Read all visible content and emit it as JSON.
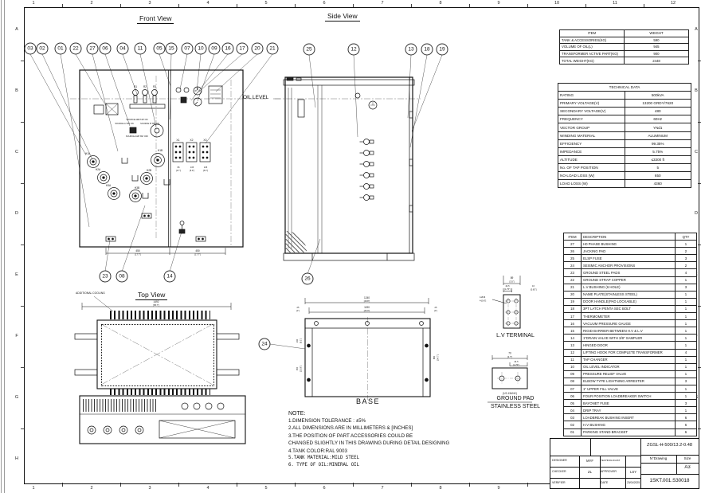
{
  "frame": {
    "letters": [
      "A",
      "B",
      "C",
      "D",
      "E",
      "F",
      "G",
      "H"
    ],
    "numbers": [
      "1",
      "2",
      "3",
      "4",
      "5",
      "6",
      "7",
      "8",
      "9",
      "10",
      "11",
      "12"
    ]
  },
  "views": {
    "front": {
      "title": "Front View"
    },
    "side": {
      "title": "Side View",
      "oil_level": "OIL LEVEL"
    },
    "top": {
      "title": "Top View",
      "annotation": "ADDITIONAL COOLING",
      "dim_mm": "1492",
      "dim_in": "[58.7\"]"
    },
    "base": {
      "title": "BASE",
      "dim_top_mm": "1240",
      "dim_top_in": "[48.8\"]",
      "dim_top2_mm": "1190",
      "dim_top2_in": "[46.9\"]",
      "dim_side_left_mm": "25",
      "dim_side_left_in": "[1\"]",
      "dim_side_right_mm": "25",
      "dim_side_right_in": "[1\"]",
      "dim_left1_mm": "230",
      "dim_left1_in": "[9.1\"]",
      "dim_left2_mm": "350",
      "dim_left2_in": "[13.8\"]",
      "dim_right_mm": "880",
      "dim_right_in": "[34.7\"]"
    },
    "lv_terminal": {
      "title": "L.V TERMINAL",
      "dim_width_mm": "89",
      "dim_width_in": "[3.5\"]",
      "dim_half_mm": "44.5",
      "dim_half_in": "[1.75\"]",
      "dim_hole": "4-Ø16",
      "dim_hole_in": "4-[0.6\"]",
      "dim_right_mm": "16",
      "dim_right_in": "[0.63\"]"
    },
    "ground_pad": {
      "title": "GROUND PAD",
      "subtitle": "STAINLESS STEEL",
      "dim_top_mm": "70",
      "dim_top_in": "[2.7\"]",
      "dim_mid_mm": "44.5",
      "dim_mid_in": "[1.75\"]",
      "thread": "(1/2-13UNC)"
    }
  },
  "front_labels": {
    "fuses": [
      "R1",
      "R2",
      "R3"
    ],
    "bushings_a": [
      "H1A",
      "H2A",
      "H3A"
    ],
    "bushings_b": [
      "H1B",
      "H2B",
      "H3B"
    ],
    "terminals": [
      "X1",
      "X2",
      "X3"
    ],
    "tap_text_1": "SOURCE A&B TAP ON",
    "tap_text_2": "SOURCE A TAP ON",
    "tap_text_3": "SOURCE B TAP ON",
    "tap_text_4": "SOURCE A&B TAP OFF",
    "dim_450_mm": "450",
    "dim_450_in": "[17.7\"]",
    "term_dims_mm": [
      "95",
      "135",
      "135"
    ],
    "term_dims_in": [
      "[3.7\"]",
      "[5.3\"]",
      "[5.3\"]"
    ]
  },
  "balloons": {
    "front_top": [
      "03",
      "02",
      "01",
      "22",
      "27",
      "06",
      "04",
      "11",
      "05",
      "15",
      "07",
      "10",
      "09",
      "16",
      "17",
      "20",
      "21"
    ],
    "front_bottom": [
      "23",
      "08",
      "14"
    ],
    "side_top": [
      "25",
      "12",
      "13",
      "18",
      "19"
    ],
    "side_bottom": "26",
    "base": "24"
  },
  "weight_table": {
    "headers": [
      "ITEM",
      "WEIGHT"
    ],
    "rows": [
      [
        "TANK & ACCESSORIES(KG)",
        "590"
      ],
      [
        "VOLUME OF OIL(L)",
        "945"
      ],
      [
        "TRANSFORMER ACTIVE PART(KG)",
        "900"
      ],
      [
        "TOTAL WEIGHT(KG)",
        "2448"
      ]
    ]
  },
  "technical_table": {
    "title": "TECHNICAL DATA",
    "rows": [
      [
        "RATING",
        "500kVA"
      ],
      [
        "PRIMARY VOLTAGE(V)",
        "13200 GRDY/7620"
      ],
      [
        "SECONDARY VOLTAGE(V)",
        "480"
      ],
      [
        "FREQUENCY",
        "60Hz"
      ],
      [
        "VECTOR  GROUP",
        "YNd1"
      ],
      [
        "WINDING MATERIAL",
        "ALUMINUM"
      ],
      [
        "EFFICIENCY",
        "99.35%"
      ],
      [
        "IMPEDANCE",
        "5.75%"
      ],
      [
        "ALTITUDE",
        "≤3300 ft"
      ],
      [
        "No. OF TAP POSITION",
        "5"
      ],
      [
        "NO-LOAD LOSS (W)",
        "650"
      ],
      [
        "LOAD LOSS (W)",
        "4360"
      ]
    ]
  },
  "parts_table": {
    "headers": [
      "ITEM",
      "DESCRIPTION",
      "QTY"
    ],
    "rows": [
      [
        "27",
        "H0 PHASE BUSHING",
        "1"
      ],
      [
        "26",
        "JACKING PAD",
        "2"
      ],
      [
        "25",
        "ELSP FUSE",
        "3"
      ],
      [
        "24",
        "SEISMIC ANCHOR PROVISIONS",
        "2"
      ],
      [
        "23",
        "GROUND STEEL PADS",
        "4"
      ],
      [
        "22",
        "GROUND STRAP COPPER",
        "1"
      ],
      [
        "21",
        "L.V BUSHING (6 HOLE)",
        "3"
      ],
      [
        "20",
        "NAME PLATE(STAINLESS STEEL)",
        "1"
      ],
      [
        "19",
        "DOOR HANDLE(PAD LOCKABLE)",
        "1"
      ],
      [
        "18",
        "3PT LATCH PENTA SEC BOLT",
        "1"
      ],
      [
        "17",
        "THERMOMETER",
        "1"
      ],
      [
        "16",
        "VACUUM PRESSURE GAUGE",
        "1"
      ],
      [
        "15",
        "RIGID BARRIER BETWEEN H.V & L.V",
        "1"
      ],
      [
        "14",
        "1\"DRAIN VALVE WITH 3/8\" SAMPLER",
        "1"
      ],
      [
        "13",
        "HINGED DOOR",
        "1"
      ],
      [
        "12",
        "LIFTING HOOK FOR COMPLETE TRANSFORMER",
        "4"
      ],
      [
        "11",
        "TAP CHANGER",
        "1"
      ],
      [
        "10",
        "OIL LEVEL INDICATOR",
        "1"
      ],
      [
        "09",
        "PRESSURE RELIEF VALVE",
        "1"
      ],
      [
        "08",
        "ELBOW TYPE LIGHTNING ARRESTER",
        "3"
      ],
      [
        "07",
        "1\" UPPER FILL VALVE",
        "1"
      ],
      [
        "06",
        "FOUR POSITION LOADBREAKER SWITCH",
        "1"
      ],
      [
        "05",
        "BAYONET FUSE",
        "3"
      ],
      [
        "04",
        "DRIP TRAY",
        "1"
      ],
      [
        "03",
        "LOADBREAK BUSHING INSERT",
        "6"
      ],
      [
        "02",
        "H.V BUSHING",
        "6"
      ],
      [
        "01",
        "PARKING STAND BRACKET",
        "6"
      ]
    ]
  },
  "notes": {
    "heading": "NOTE:",
    "lines": [
      "1.DIMENSION TOLERANCE : ±5%",
      "2.ALL DIMENSIONS ARE IN MILLIMETERS & [INCHES]",
      "3.THE POSITION OF PART ACCESSORIES COULD BE",
      "CHANGED SLIGHTLY IN THIS DRAWING DURING DETAIL DESIGNING",
      "4.TANK COLOR:RAL 9003",
      "5.TANK MATERIAL:MILD STEEL",
      "6. TYPE OF OIL:MINERAL OIL"
    ]
  },
  "title_block": {
    "model": "ZGSL-H-500/13.2-0.48",
    "drawing_label": "N°Drawing",
    "size_label": "Size",
    "size_value": "A3",
    "drawing_number": "1SKT.001.S30018",
    "designer_label": "DESIGNER",
    "designer_value": "MYF",
    "technologist_label": "TECHNOLOGIST",
    "technologist_value": "",
    "checker_label": "CHECKER",
    "checker_value": "ZL",
    "approver_label": "APPROVER",
    "approver_value": "LSY",
    "verifier_label": "VERIFIER",
    "verifier_value": "",
    "date_label": "DATE",
    "date_value": "23/04/2025"
  }
}
